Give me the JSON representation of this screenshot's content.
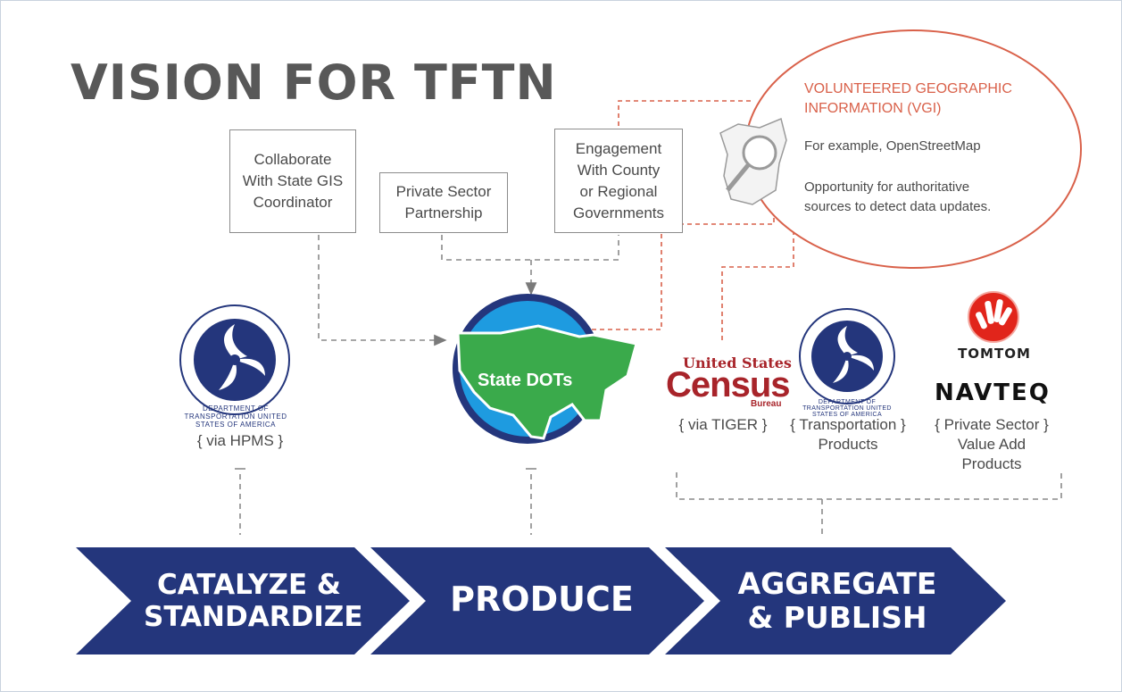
{
  "title": "VISION FOR TFTN",
  "boxes": {
    "collaborate": "Collaborate\nWith State GIS\nCoordinator",
    "private": "Private Sector\nPartnership",
    "engagement": "Engagement\nWith County\nor Regional\nGovernments"
  },
  "vgi": {
    "heading": "VOLUNTEERED GEOGRAPHIC\nINFORMATION (VGI)",
    "example": "For example, OpenStreetMap",
    "opportunity": "Opportunity for authoritative\nsources to detect data updates."
  },
  "center": {
    "label": "State DOTs"
  },
  "logos": {
    "dot_ring": "DEPARTMENT OF TRANSPORTATION  UNITED STATES OF AMERICA",
    "census_top": "United States",
    "census_main": "Census",
    "census_bureau": "Bureau",
    "tomtom": "TOMTOM",
    "navteq": "NAVTEQ"
  },
  "captions": {
    "hpms": "{ via HPMS }",
    "tiger": "{ via TIGER }",
    "transport": "{ Transportation }\nProducts",
    "privsec": "{ Private Sector }\nValue Add\nProducts"
  },
  "arrows": {
    "catalyze": "CATALYZE &\nSTANDARDIZE",
    "produce": "PRODUCE",
    "aggregate": "AGGREGATE\n& PUBLISH"
  },
  "colors": {
    "arrow_blue": "#24367c",
    "vgi_orange": "#d9614a",
    "state_green": "#3aaa4b",
    "globe_blue": "#1e9be0",
    "census_red": "#a8242a"
  }
}
